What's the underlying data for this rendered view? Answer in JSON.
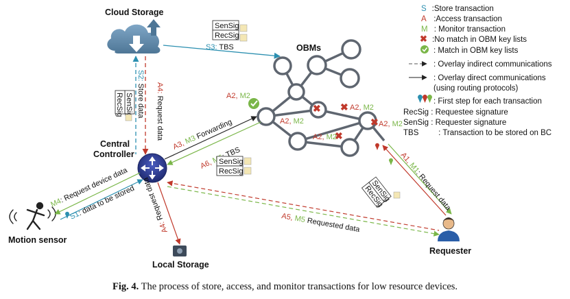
{
  "nodes": {
    "cloud_storage": "Cloud Storage",
    "obms": "OBMs",
    "central_controller_line1": "Central",
    "central_controller_line2": "Controller",
    "motion_sensor": "Motion sensor",
    "local_storage": "Local Storage",
    "requester": "Requester"
  },
  "edges": {
    "s2": "S2:",
    "s2_text": " Store data",
    "a4_top": "A4:",
    "a4_top_text": " Request data",
    "s3": "S3:",
    "s3_text": " TBS",
    "a3": "A3,",
    "m3": " M3",
    "forwarding": " Forwarding",
    "a6": "A6,",
    "m6": " M6",
    "a6_text": ": TBS",
    "m4": "M4",
    "m4_text": ": Request device data",
    "s1": "S1",
    "s1_text": ": data to be stored",
    "a4_bottom": "A4:",
    "a4_bottom_text": " Request data",
    "a5": "A5,",
    "m5": " M5",
    "a5_text": " Requested data",
    "a1": "A1,",
    "m1": " M1",
    "a1_text": ": Request data",
    "a2": "A2,",
    "m2": " M2"
  },
  "sig_boxes": {
    "sensig": "SenSig",
    "recsig": "RecSig"
  },
  "legend": [
    {
      "key": "S",
      "text": ":Store transaction",
      "color": "#2b8fb0"
    },
    {
      "key": "A",
      "text": " :Access transaction",
      "color": "#c0392b"
    },
    {
      "key": "M",
      "text": " : Monitor transaction",
      "color": "#7ab648"
    },
    {
      "key": "",
      "text": ":No match in OBM key lists",
      "icon": "cross-icon"
    },
    {
      "key": "",
      "text": ": Match in OBM key lists",
      "icon": "check-icon"
    },
    {
      "key": "",
      "text": ": Overlay indirect communications",
      "icon": "dashed-arrow-icon"
    },
    {
      "key": "",
      "text": ": Overlay direct communications",
      "icon": "solid-arrow-icon"
    },
    {
      "key": "",
      "text": "(using routing protocols)",
      "icon": ""
    },
    {
      "key": "",
      "text": ": First step for each transaction",
      "icon": "pin-icons"
    },
    {
      "key": "RecSig",
      "text": " : Requestee signature",
      "color": "#111"
    },
    {
      "key": "SenSig",
      "text": " : Requester signature",
      "color": "#111"
    },
    {
      "key": "TBS",
      "text": "    : Transaction to be stored on BC",
      "color": "#111"
    }
  ],
  "caption": {
    "fig": "Fig. 4.",
    "text": " The process of store, access, and monitor transactions for low resource devices."
  },
  "colors": {
    "store": "#2b8fb0",
    "access": "#c0392b",
    "monitor": "#7ab648",
    "node_stroke": "#5f6670",
    "router": "#2a3a8f"
  }
}
